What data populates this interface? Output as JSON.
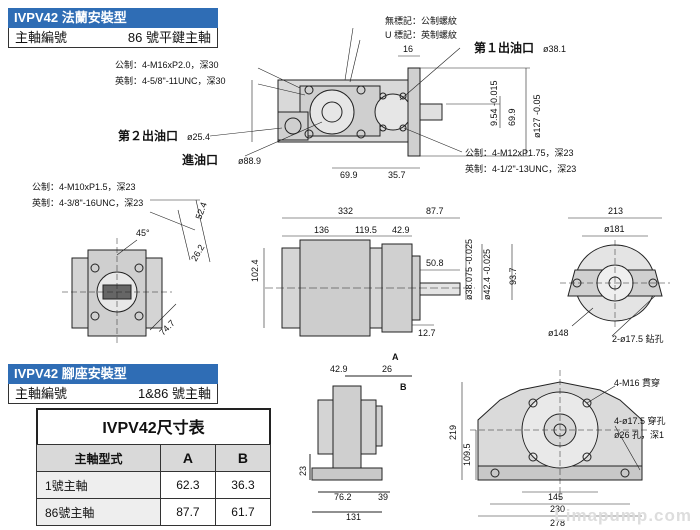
{
  "flange": {
    "title": "IVPV42 法蘭安裝型",
    "shaft_label": "主軸編號",
    "shaft_value": "86 號平鍵主軸"
  },
  "foot": {
    "title": "IVPV42 腳座安裝型",
    "shaft_label": "主軸編號",
    "shaft_value": "1&86 號主軸"
  },
  "thread_notes": {
    "top_left_metric": "公制：4-M16xP2.0，深30",
    "top_left_inch": "英制：4-5/8\"-11UNC，深30",
    "top_right_metric": "公制：4-M12xP1.75，深23",
    "top_right_inch": "英制：4-1/2\"-13UNC，深23",
    "mid_left_metric": "公制：4-M10xP1.5，深23",
    "mid_left_inch": "英制：4-3/8\"-16UNC，深23",
    "no_mark": "無標記：公制螺紋",
    "u_mark": "U 標記：英制螺紋"
  },
  "ports": {
    "outlet1": "第１出油口",
    "outlet1_dia": "ø38.1",
    "outlet2": "第２出油口",
    "outlet2_dia": "ø25.4",
    "inlet": "進油口",
    "inlet_dia": "ø88.9"
  },
  "dims_top": {
    "d16": "16",
    "d69_9": "69.9",
    "d35_7": "35.7",
    "key": "9.54 -0.015",
    "d69_9v": "69.9",
    "d127": "ø127 -0.05"
  },
  "dims_side": {
    "d332": "332",
    "d87_7": "87.7",
    "d136": "136",
    "d119_5": "119.5",
    "d42_9": "42.9",
    "d102_4": "102.4",
    "d50_8": "50.8",
    "d38": "ø38.075 -0.025",
    "d42_4": "ø42.4 -0.025",
    "d93_7": "93.7",
    "d12_7": "12.7"
  },
  "dims_mid_left": {
    "d45": "45°",
    "d52_4": "52.4",
    "d26_2": "26.2",
    "d74_7": "74.7"
  },
  "dims_right": {
    "d213": "213",
    "d181": "ø181",
    "d148": "ø148",
    "holes": "2-ø17.5 鉆孔"
  },
  "dims_foot": {
    "a": "A",
    "b": "B",
    "d42_9": "42.9",
    "d26": "26",
    "d23": "23",
    "d76_2": "76.2",
    "d39": "39",
    "d131": "131",
    "d219": "219",
    "d109_5": "109.5",
    "d145": "145",
    "d230": "230",
    "d278": "278",
    "n1": "4-M16 貫穿",
    "n2": "4-ø17.5 穿孔",
    "n3": "ø26 孔，深1"
  },
  "table": {
    "caption": "IVPV42尺寸表",
    "headers": [
      "主軸型式",
      "A",
      "B"
    ],
    "rows": [
      [
        "1號主軸",
        "62.3",
        "36.3"
      ],
      [
        "86號主軸",
        "87.7",
        "61.7"
      ]
    ]
  },
  "watermark": "Limapump.com"
}
